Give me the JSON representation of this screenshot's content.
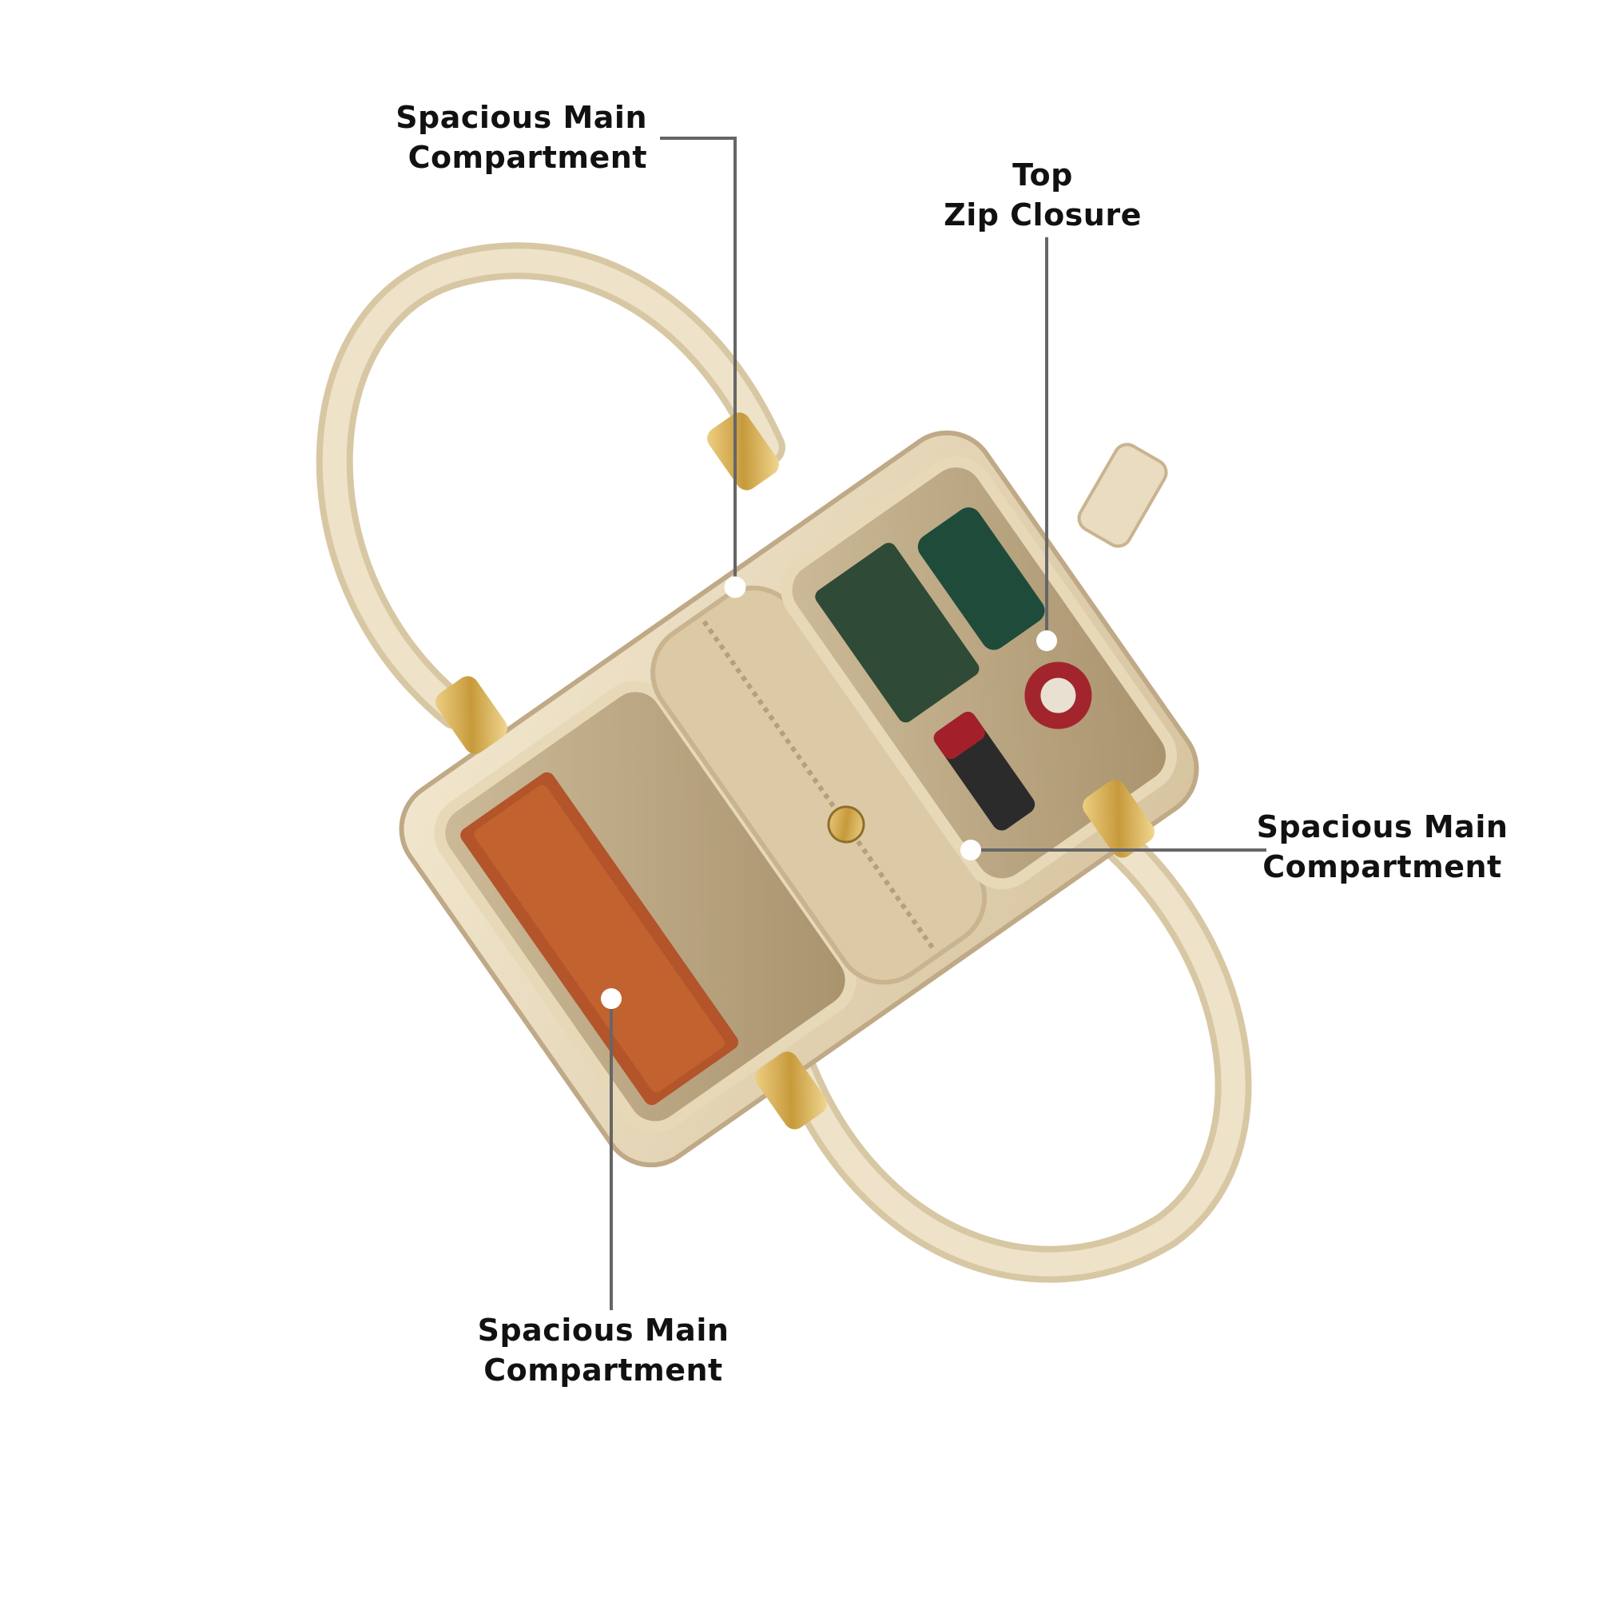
{
  "callouts": [
    {
      "id": "top-left",
      "line1": "Spacious Main",
      "line2": "Compartment"
    },
    {
      "id": "top-right",
      "line1": "Top",
      "line2": "Zip Closure"
    },
    {
      "id": "right",
      "line1": "Spacious Main",
      "line2": "Compartment"
    },
    {
      "id": "bottom",
      "line1": "Spacious Main",
      "line2": "Compartment"
    }
  ],
  "colors": {
    "leather": "#e9dcc0",
    "leather_shadow": "#c9b48f",
    "lining": "#b8a583",
    "gold": "#c9a24a",
    "leader": "#666666",
    "text": "#111111"
  }
}
